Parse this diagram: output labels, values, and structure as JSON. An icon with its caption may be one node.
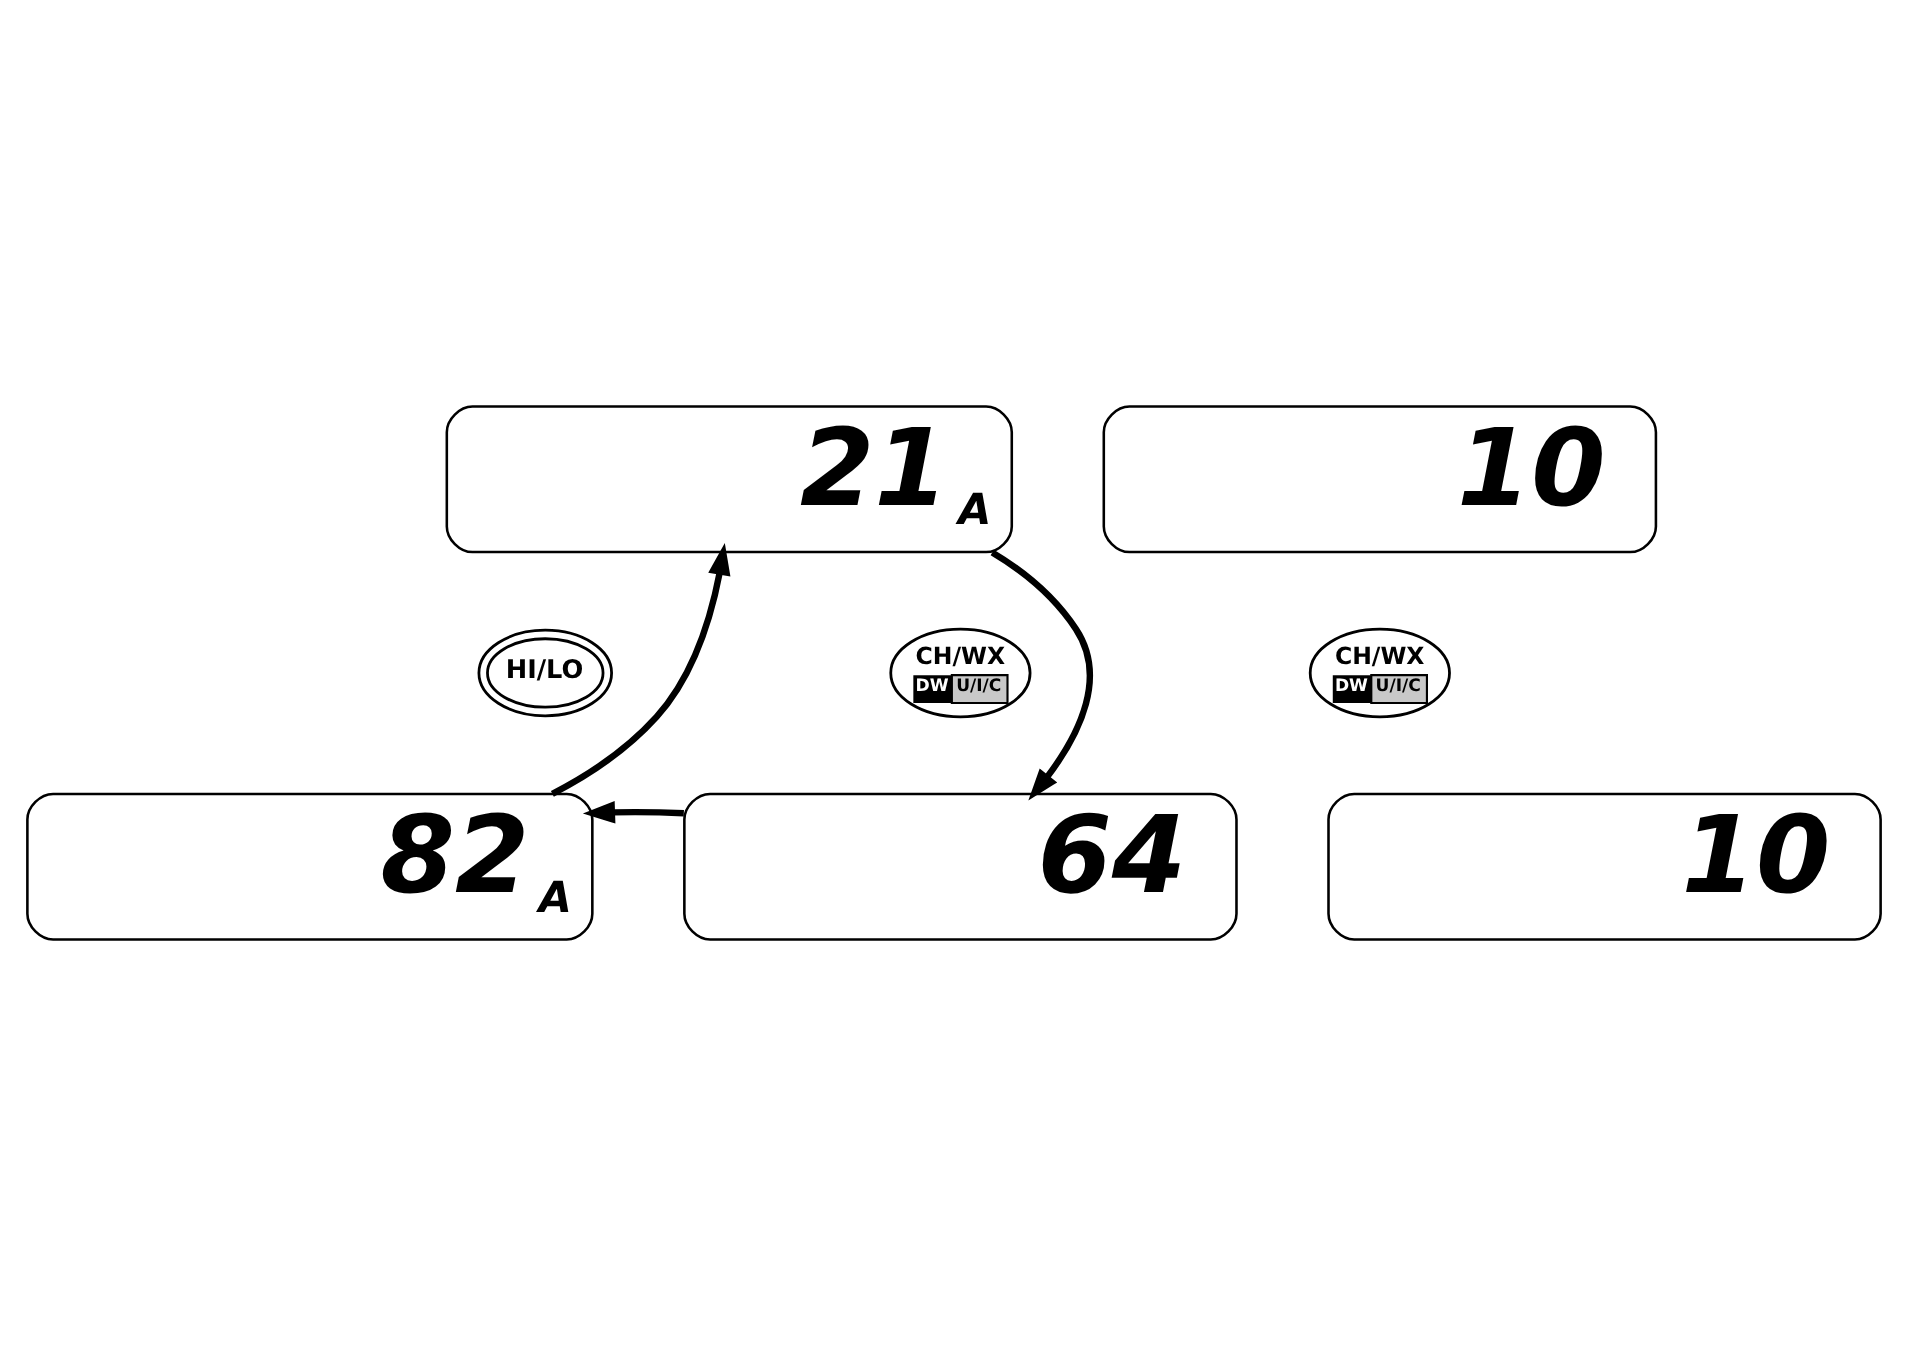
{
  "diagram": {
    "nodes": [
      {
        "text": [
          "21",
          "A"
        ]
      },
      {
        "text": [
          "64"
        ]
      },
      {
        "text": [
          "82",
          "A"
        ]
      },
      {
        "text": [
          "HI/LO"
        ]
      },
      {
        "text": [
          "CH/WX",
          "DW",
          "U/I/C"
        ]
      },
      {
        "text": [
          "CH/WX",
          "DW",
          "U/I/C"
        ]
      },
      {
        "text": [
          "10"
        ]
      },
      {
        "text": [
          "10"
        ]
      }
    ],
    "edges": [
      {
        "from": 0,
        "to": 1,
        "arrow": "to"
      },
      {
        "from": 1,
        "to": 2,
        "arrow": "to"
      },
      {
        "from": 2,
        "to": 0,
        "arrow": "to"
      }
    ]
  }
}
